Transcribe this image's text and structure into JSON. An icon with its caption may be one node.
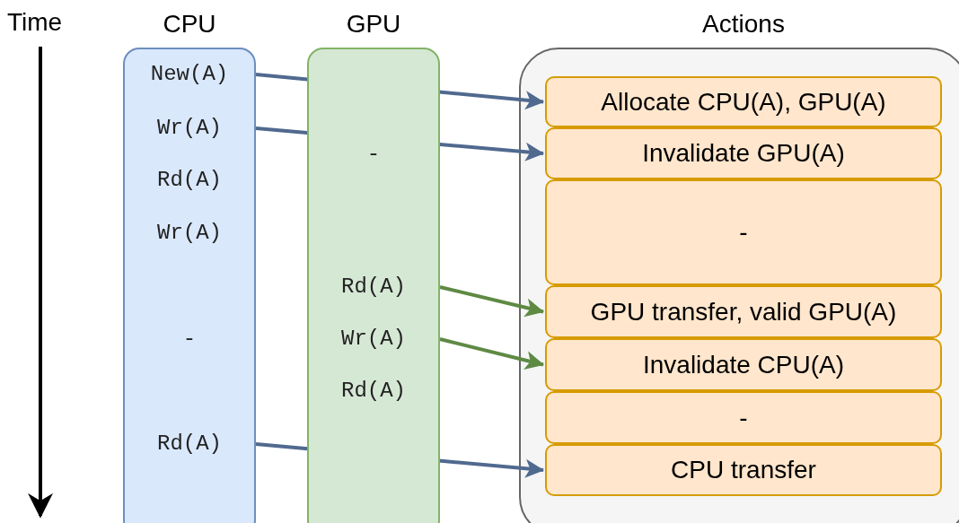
{
  "diagram": {
    "nodes": [
      {
        "text": [
          "CPU"
        ]
      },
      {
        "text": [
          "New(A)"
        ],
        "in": 0
      },
      {
        "text": [
          "Wr(A)"
        ],
        "in": 0
      },
      {
        "text": [
          "Rd(A)"
        ],
        "in": 0
      },
      {
        "text": [
          "Wr(A)"
        ],
        "in": 0
      },
      {
        "text": [
          "-"
        ],
        "in": 0
      },
      {
        "text": [
          "Rd(A)"
        ],
        "in": 0
      },
      {
        "text": [
          "GPU"
        ]
      },
      {
        "text": [
          "-"
        ],
        "in": 7
      },
      {
        "text": [
          "Rd(A)"
        ],
        "in": 7
      },
      {
        "text": [
          "Wr(A)"
        ],
        "in": 7
      },
      {
        "text": [
          "Rd(A)"
        ],
        "in": 7
      },
      {
        "text": [
          "Actions"
        ]
      },
      {
        "text": [
          "Allocate CPU(A), GPU(A)"
        ],
        "in": 12
      },
      {
        "text": [
          "Invalidate GPU(A)"
        ],
        "in": 12
      },
      {
        "text": [
          "-"
        ],
        "in": 12
      },
      {
        "text": [
          "GPU transfer, valid GPU(A)"
        ],
        "in": 12
      },
      {
        "text": [
          "Invalidate CPU(A)"
        ],
        "in": 12
      },
      {
        "text": [
          "-"
        ],
        "in": 12
      },
      {
        "text": [
          "CPU transfer"
        ],
        "in": 12
      }
    ],
    "edges": [
      {
        "from": 1,
        "to": 13,
        "arrow": "to"
      },
      {
        "from": 2,
        "to": 14,
        "arrow": "to"
      },
      {
        "from": 9,
        "to": 16,
        "arrow": "to",
        "color": "#5e8a44"
      },
      {
        "from": 10,
        "to": 17,
        "arrow": "to",
        "color": "#5e8a44"
      },
      {
        "from": 6,
        "to": 19,
        "arrow": "to"
      }
    ],
    "labels": [
      "Time"
    ]
  }
}
